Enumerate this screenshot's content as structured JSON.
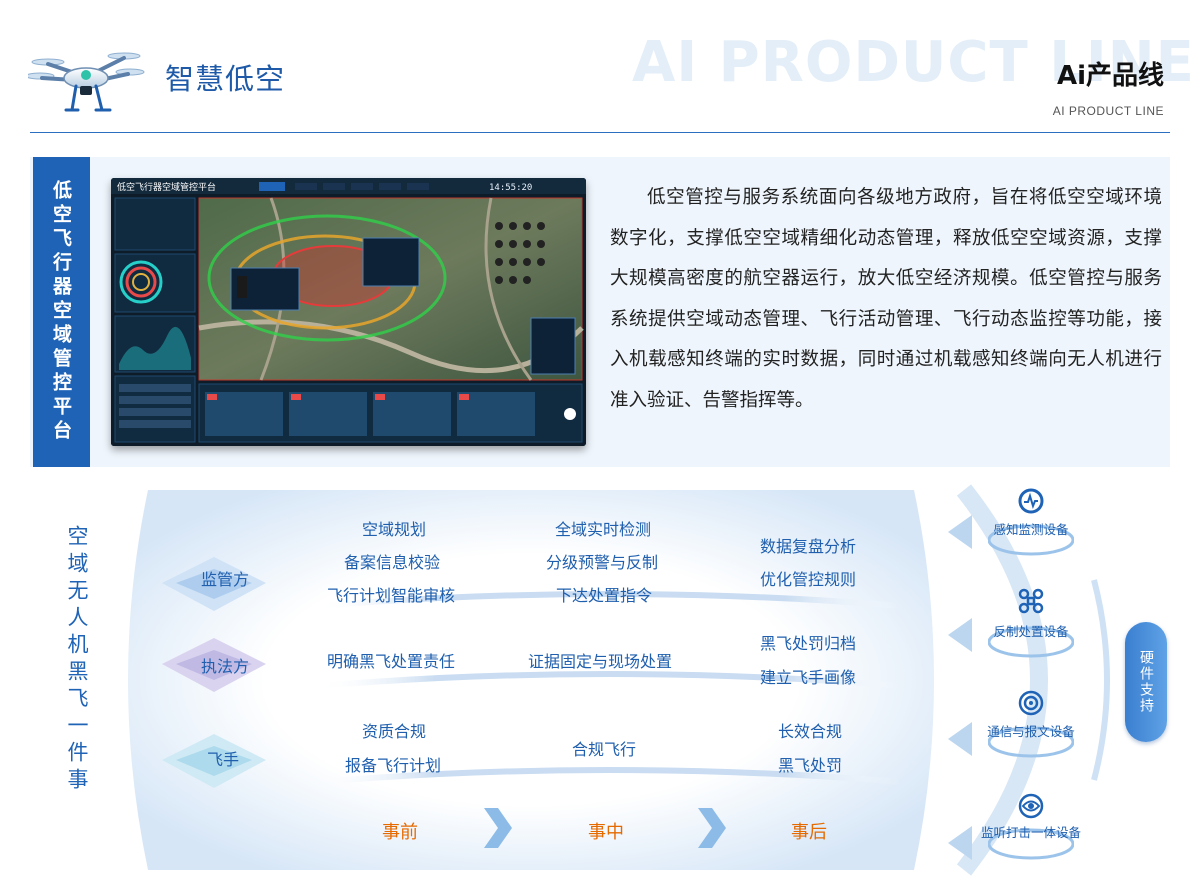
{
  "header": {
    "brand": "智慧低空",
    "watermark": "AI PRODUCT LINE",
    "product_line_title": "Ai产品线",
    "product_line_sub": "AI PRODUCT LINE"
  },
  "platform": {
    "tab_label": "低空飞行器空域管控平台",
    "screen": {
      "title": "低空飞行器空域管控平台",
      "time": "14:55:20"
    },
    "description": "低空管控与服务系统面向各级地方政府，旨在将低空空域环境数字化，支撑低空空域精细化动态管理，释放低空空域资源，支撑大规模高密度的航空器运行，放大低空经济规模。低空管控与服务系统提供空域动态管理、飞行活动管理、飞行动态监控等功能，接入机载感知终端的实时数据，同时通过机载感知终端向无人机进行准入验证、告警指挥等。"
  },
  "diagram": {
    "vertical_title": "空域无人机黑飞一件事",
    "roles": {
      "regulator": "监管方",
      "enforcer": "执法方",
      "pilot": "飞手"
    },
    "regulator": {
      "col1": [
        "空域规划",
        "备案信息校验",
        "飞行计划智能审核"
      ],
      "col2": [
        "全域实时检测",
        "分级预警与反制",
        "下达处置指令"
      ],
      "col3": [
        "数据复盘分析",
        "优化管控规则"
      ]
    },
    "enforcer": {
      "col1": "明确黑飞处置责任",
      "col2": "证据固定与现场处置",
      "col3": [
        "黑飞处罚归档",
        "建立飞手画像"
      ]
    },
    "pilot": {
      "col1": [
        "资质合规",
        "报备飞行计划"
      ],
      "col2": "合规飞行",
      "col3": [
        "长效合规",
        "黑飞处罚"
      ]
    },
    "stages": [
      "事前",
      "事中",
      "事后"
    ],
    "devices": [
      "感知监测设备",
      "反制处置设备",
      "通信与报文设备",
      "监听打击一体设备"
    ],
    "support_label": "硬件支持"
  },
  "colors": {
    "primary_blue": "#1f63b6",
    "text_blue": "#1f5fae",
    "stage_orange": "#e56a00"
  }
}
